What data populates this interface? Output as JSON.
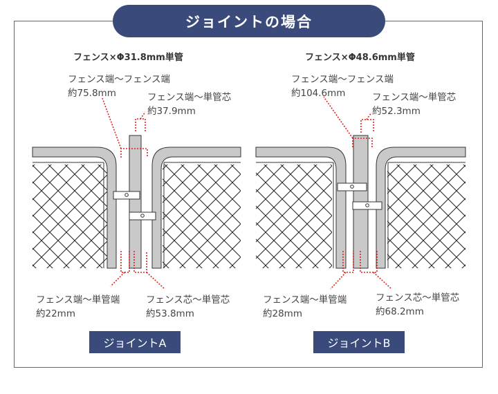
{
  "title": "ジョイントの場合",
  "panels": [
    {
      "heading": "フェンス×Φ31.8mm単管",
      "label_fence_to_fence_line1": "フェンス端～フェンス端",
      "label_fence_to_fence_line2": "約75.8mm",
      "label_fence_to_pipe_core_line1": "フェンス端～単管芯",
      "label_fence_to_pipe_core_line2": "約37.9mm",
      "label_fence_to_pipe_end_line1": "フェンス端～単管端",
      "label_fence_to_pipe_end_line2": "約22mm",
      "label_core_to_core_line1": "フェンス芯～単管芯",
      "label_core_to_core_line2": "約53.8mm",
      "tag": "ジョイントA"
    },
    {
      "heading": "フェンス×Φ48.6mm単管",
      "label_fence_to_fence_line1": "フェンス端～フェンス端",
      "label_fence_to_fence_line2": "約104.6mm",
      "label_fence_to_pipe_core_line1": "フェンス端～単管芯",
      "label_fence_to_pipe_core_line2": "約52.3mm",
      "label_fence_to_pipe_end_line1": "フェンス端～単管端",
      "label_fence_to_pipe_end_line2": "約28mm",
      "label_core_to_core_line1": "フェンス芯～単管芯",
      "label_core_to_core_line2": "約68.2mm",
      "tag": "ジョイントB"
    }
  ],
  "colors": {
    "accent": "#3a4a7a",
    "dimension_dots": "#e0201a",
    "pipe_fill": "#c9c9c9",
    "outline": "#333333"
  }
}
